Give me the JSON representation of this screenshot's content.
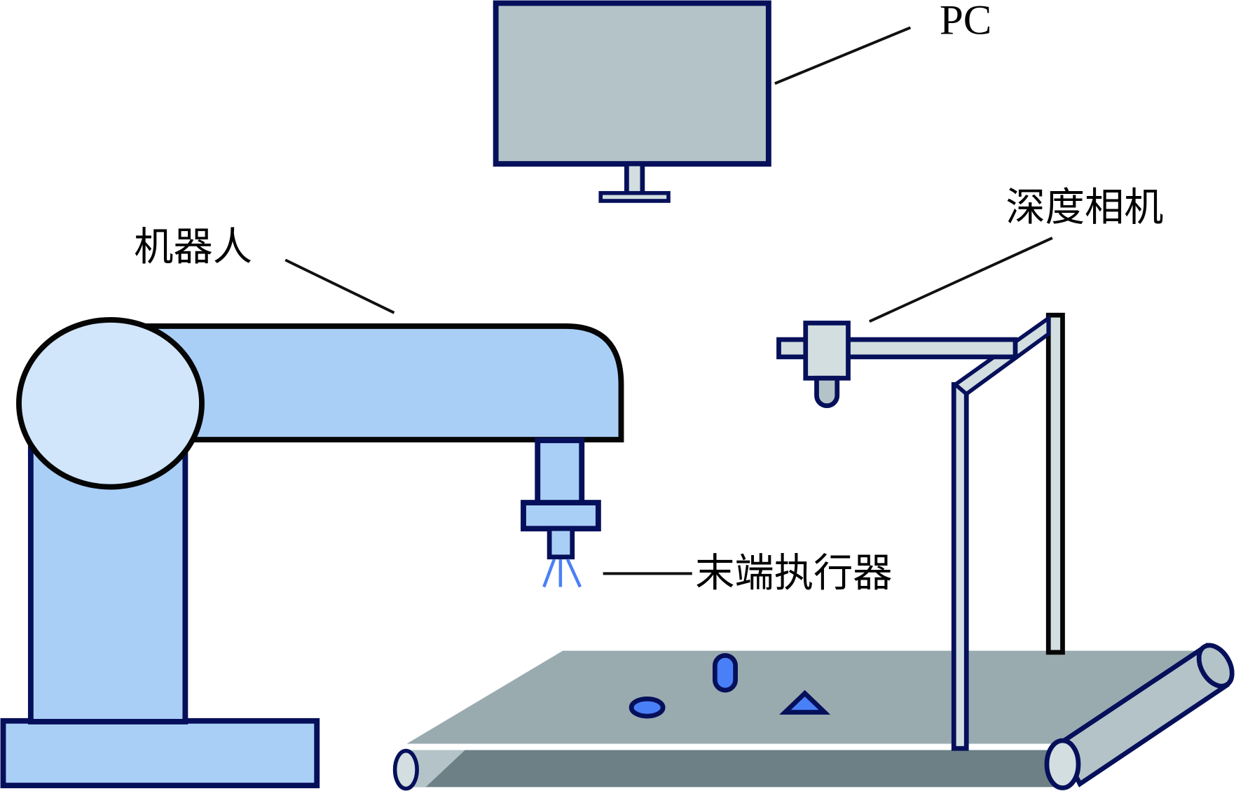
{
  "labels": {
    "pc": "PC",
    "depth_camera": "深度相机",
    "robot": "机器人",
    "end_effector": "末端执行器"
  },
  "colors": {
    "outline_navy": "#06105a",
    "outline_black": "#050505",
    "robot_fill": "#aacff7",
    "robot_joint_fill": "#d1e6fb",
    "monitor_fill": "#b4c3c8",
    "stand_fill": "#d2dee0",
    "belt_top": "#9aabb0",
    "belt_side": "#6c8086",
    "roller_fill": "#b4c3c8",
    "object_fill": "#4a80f7",
    "leader_line": "#111111"
  }
}
